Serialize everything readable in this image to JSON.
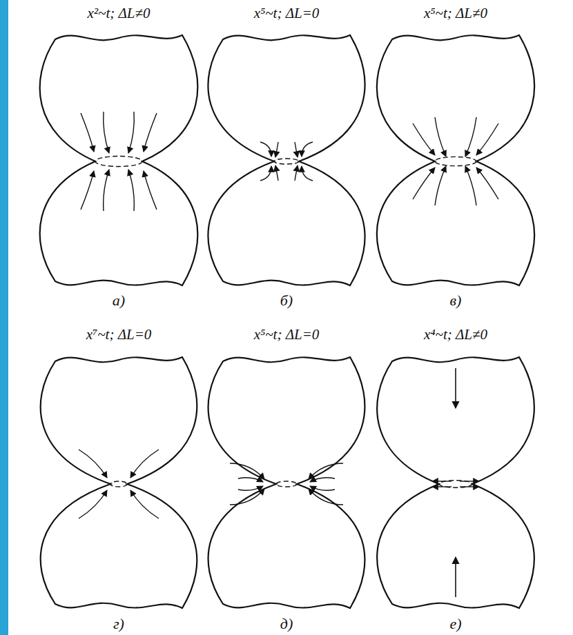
{
  "diagram": {
    "labels": [
      "x²~t; ΔL≠0",
      "x⁵~t; ΔL=0",
      "x⁵~t; ΔL≠0",
      "а)",
      "б)",
      "в)",
      "x⁷~t; ΔL=0",
      "x⁵~t; ΔL=0",
      "x⁴~t; ΔL≠0",
      "г)",
      "д)",
      "е)"
    ]
  }
}
